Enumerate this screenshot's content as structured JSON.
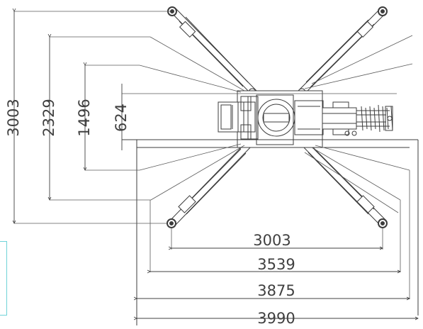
{
  "drawing": {
    "vertical_dimensions": [
      "3003",
      "2329",
      "1496",
      "624"
    ],
    "horizontal_dimensions": [
      "3003",
      "3539",
      "3875",
      "3990"
    ]
  }
}
